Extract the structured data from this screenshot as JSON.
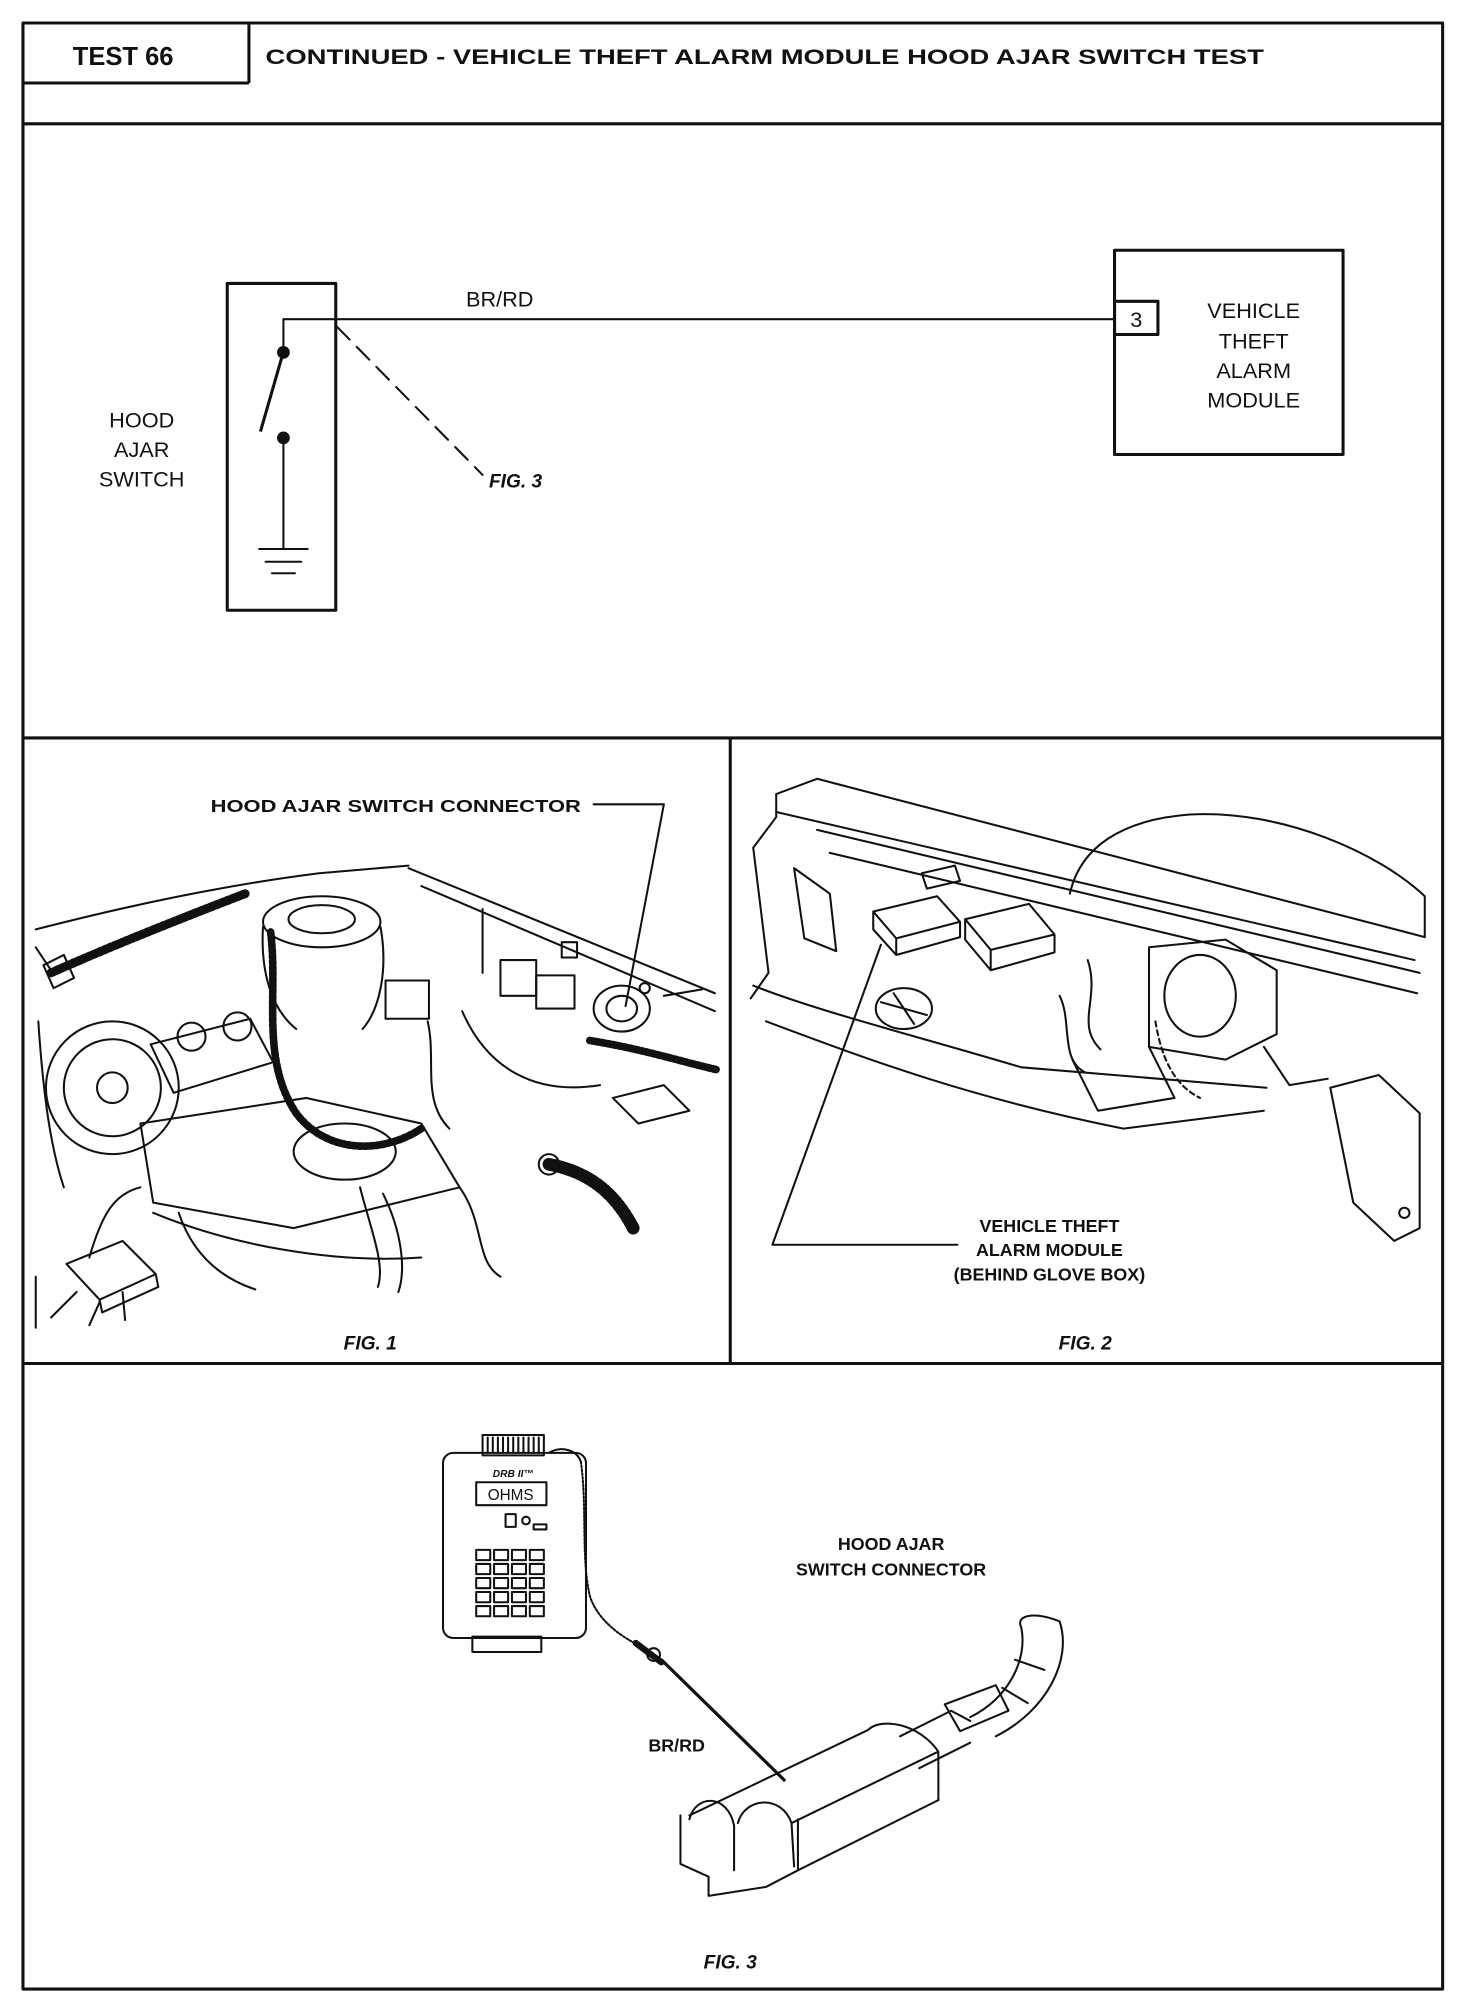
{
  "header": {
    "test_label": "TEST 66",
    "title": "CONTINUED - VEHICLE THEFT ALARM MODULE HOOD AJAR SWITCH TEST"
  },
  "schematic": {
    "switch_label": [
      "HOOD",
      "AJAR",
      "SWITCH"
    ],
    "wire_label": "BR/RD",
    "pin_number": "3",
    "module_label": [
      "VEHICLE",
      "THEFT",
      "ALARM",
      "MODULE"
    ],
    "fig_ref": "FIG. 3"
  },
  "fig1": {
    "callout": "HOOD AJAR SWITCH CONNECTOR",
    "caption": "FIG. 1"
  },
  "fig2": {
    "callout": [
      "VEHICLE THEFT",
      "ALARM MODULE",
      "(BEHIND GLOVE BOX)"
    ],
    "caption": "FIG. 2"
  },
  "fig3": {
    "tester_brand": "DRB II™",
    "tester_display": "OHMS",
    "callout": [
      "HOOD AJAR",
      "SWITCH CONNECTOR"
    ],
    "wire_label": "BR/RD",
    "caption": "FIG. 3"
  },
  "icons": [
    "ground-icon",
    "switch-icon"
  ]
}
